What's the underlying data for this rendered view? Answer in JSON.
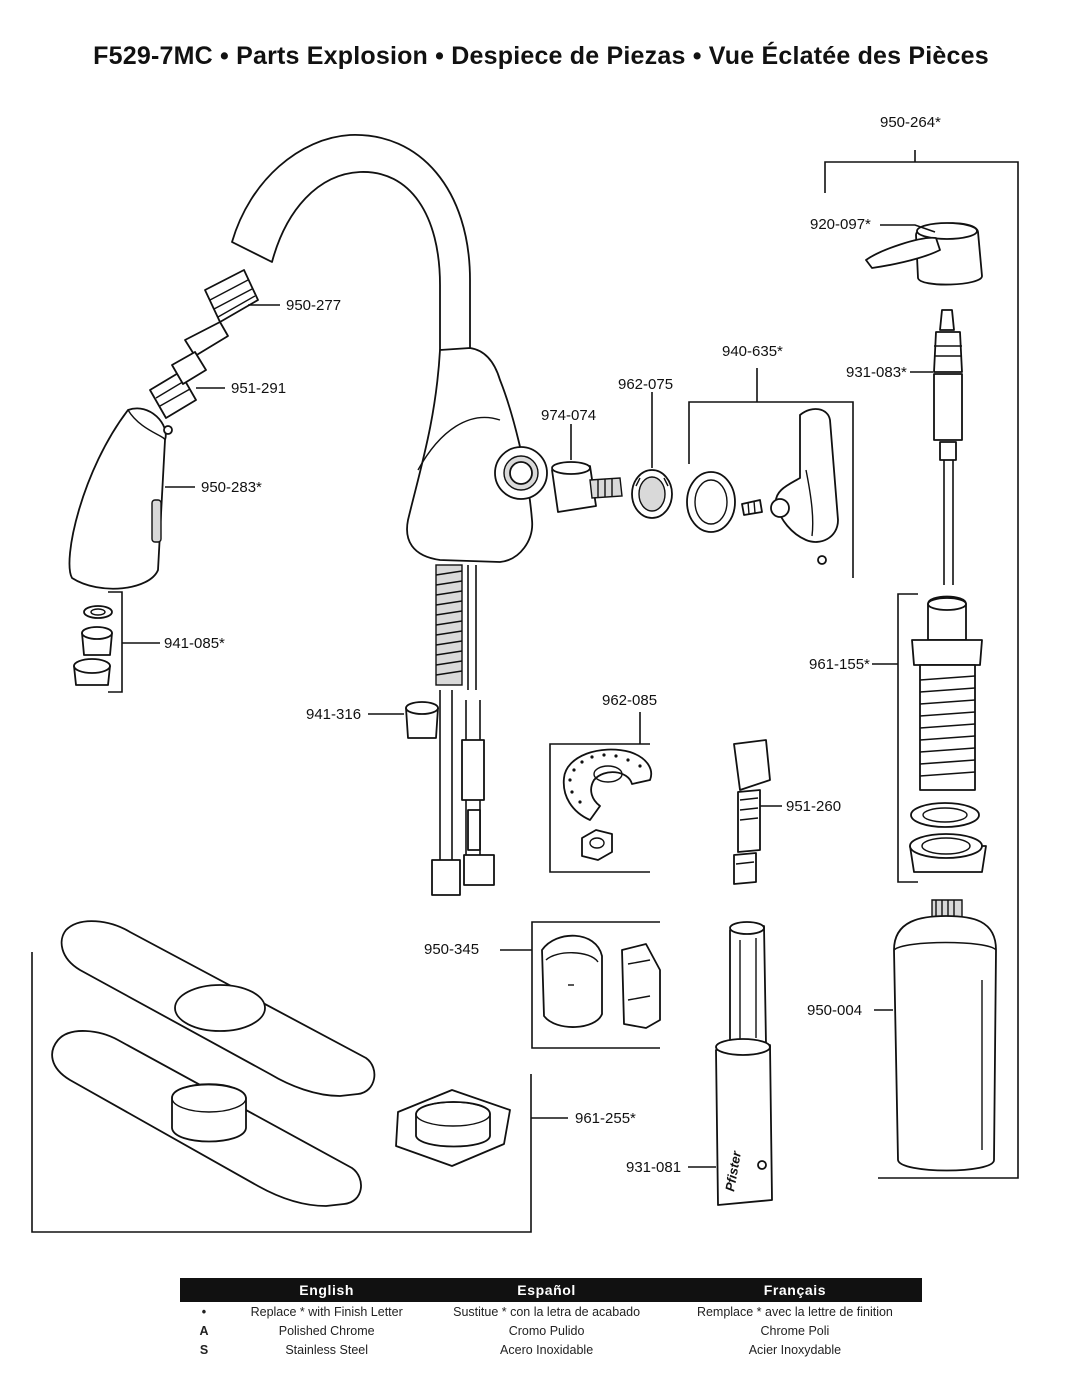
{
  "title": "F529-7MC • Parts Explosion • Despiece de Piezas • Vue Éclatée des Pièces",
  "parts": {
    "p950_264": "950-264*",
    "p920_097": "920-097*",
    "p950_277": "950-277",
    "p951_291": "951-291",
    "p940_635": "940-635*",
    "p931_083": "931-083*",
    "p962_075": "962-075",
    "p974_074": "974-074",
    "p950_283": "950-283*",
    "p941_085": "941-085*",
    "p961_155": "961-155*",
    "p962_085": "962-085",
    "p941_316": "941-316",
    "p951_260": "951-260",
    "p950_345": "950-345",
    "p950_004": "950-004",
    "p961_255": "961-255*",
    "p931_081": "931-081"
  },
  "brand_mark": "Pfister",
  "legend": {
    "headers": [
      "English",
      "Español",
      "Français"
    ],
    "rows": [
      {
        "key": "•",
        "en": "Replace * with Finish Letter",
        "es": "Sustitue * con la letra de acabado",
        "fr": "Remplace * avec la lettre de finition"
      },
      {
        "key": "A",
        "en": "Polished Chrome",
        "es": "Cromo Pulido",
        "fr": "Chrome Poli"
      },
      {
        "key": "S",
        "en": "Stainless Steel",
        "es": "Acero Inoxidable",
        "fr": "Acier Inoxydable"
      }
    ]
  }
}
